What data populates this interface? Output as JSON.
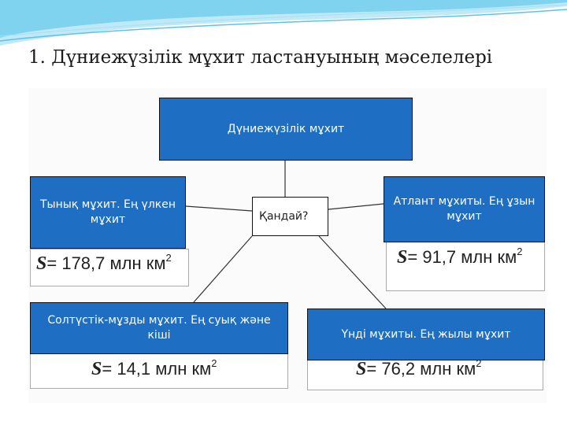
{
  "page": {
    "title": "1. Дүниежүзілік мұхит ластануының мәселелері"
  },
  "colors": {
    "box_fill": "#1e6fc4",
    "box_text": "#ffffff",
    "swoosh": "#7fd3ee"
  },
  "diagram": {
    "root": "Дүниежүзілік мұхит",
    "center": "Қандай?",
    "oceans": {
      "pacific": {
        "label": "Тынық мұхит. Ең үлкен мұхит",
        "area": {
          "symbol": "S",
          "eq": "= ",
          "value": "178,7",
          "unit": "млн км",
          "exp": "2"
        }
      },
      "atlantic": {
        "label": "Атлант мұхиты. Ең ұзын мұхит",
        "area": {
          "symbol": "S",
          "eq": "= ",
          "value": "91,7",
          "unit": "млн км",
          "exp": "2"
        }
      },
      "arctic": {
        "label": "Солтүстік-мұзды мұхит. Ең суық және кіші",
        "area": {
          "symbol": "S",
          "eq": "= ",
          "value": "14,1",
          "unit": "млн км",
          "exp": "2"
        }
      },
      "indian": {
        "label": "Үнді мұхиты. Ең жылы мұхит",
        "area": {
          "symbol": "S",
          "eq": "= ",
          "value": "76,2",
          "unit": "млн км",
          "exp": "2"
        }
      }
    }
  }
}
